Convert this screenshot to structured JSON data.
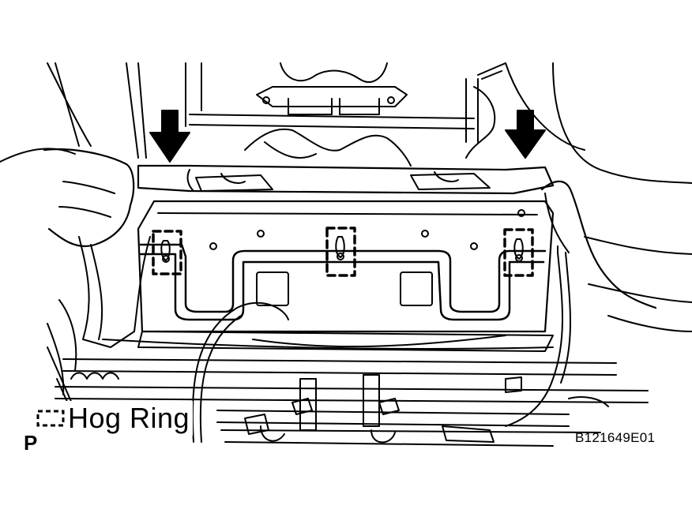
{
  "legend": {
    "symbol_icon": "dashed-square-icon",
    "label": "Hog Ring"
  },
  "view_letter": "P",
  "figure_id": "B121649E01",
  "colors": {
    "line": "#000000",
    "background": "#ffffff"
  }
}
